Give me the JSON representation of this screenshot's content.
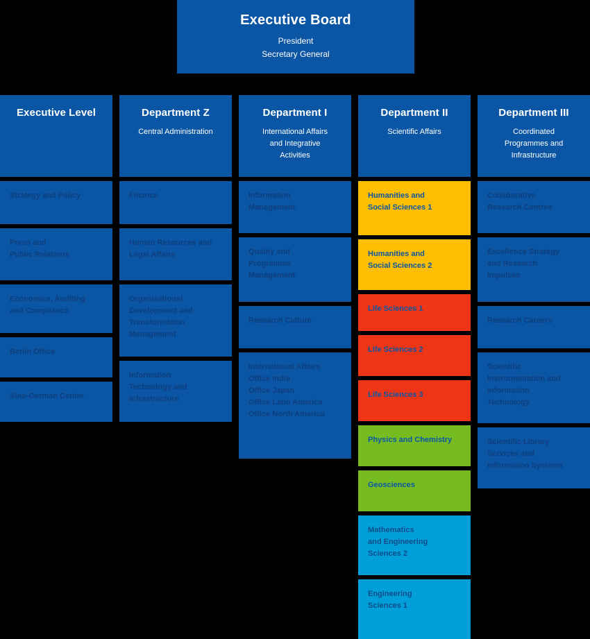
{
  "root": {
    "title": "Executive Board",
    "lines": [
      "President",
      "Secretary General"
    ]
  },
  "colors": {
    "primary_blue": "#0A56A4",
    "amber": "#FFBE00",
    "red": "#EE3617",
    "green": "#76BC21",
    "cyan": "#009FDA",
    "background": "#000000"
  },
  "columns": [
    {
      "title": "Executive Level",
      "subtitle": "",
      "units": [
        {
          "label": "Strategy and Policy",
          "accent": "blue",
          "height": 62
        },
        {
          "label": "Press and\nPublic Relations",
          "accent": "blue",
          "height": 75
        },
        {
          "label": "Economics, Auditing\nand Compliance",
          "accent": "blue",
          "height": 70
        },
        {
          "label": "Berlin Office",
          "accent": "blue",
          "height": 58
        },
        {
          "label": "Sino-German Center",
          "accent": "blue",
          "height": 58
        }
      ]
    },
    {
      "title": "Department Z",
      "subtitle": "Central Administration",
      "units": [
        {
          "label": "Finance",
          "accent": "blue",
          "height": 62
        },
        {
          "label": "Human Resources and\nLegal Affairs",
          "accent": "blue",
          "height": 75
        },
        {
          "label": "Organisational\nDevelopment and\nTransformation\nManagement",
          "accent": "blue",
          "height": 104
        },
        {
          "label": "Information\nTechnology and\nInfrastructure",
          "accent": "blue",
          "height": 88
        }
      ]
    },
    {
      "title": "Department I",
      "subtitle": "International Affairs\nand Integrative\nActivities",
      "units": [
        {
          "label": "Information\nManagement",
          "accent": "blue",
          "height": 75
        },
        {
          "label": "Quality and\nProgramme\nManagement",
          "accent": "blue",
          "height": 93
        },
        {
          "label": "Research Culture",
          "accent": "blue",
          "height": 61
        },
        {
          "label": "International Affairs\nOffice India\nOffice Japan\nOffice Latin America\nOffice North America",
          "accent": "blue",
          "height": 153
        }
      ]
    },
    {
      "title": "Department II",
      "subtitle": "Scientific Affairs",
      "units": [
        {
          "label": "Humanities and\nSocial Sciences 1",
          "accent": "amber",
          "height": 78
        },
        {
          "label": "Humanities and\nSocial Sciences 2",
          "accent": "amber",
          "height": 73
        },
        {
          "label": "Life Sciences 1",
          "accent": "red",
          "height": 53
        },
        {
          "label": "Life Sciences 2",
          "accent": "red",
          "height": 59
        },
        {
          "label": "Life Sciences 3",
          "accent": "red",
          "height": 59
        },
        {
          "label": "Physics and Chemistry",
          "accent": "green",
          "height": 59
        },
        {
          "label": "Geosciences",
          "accent": "green",
          "height": 59
        },
        {
          "label": "Mathematics\nand Engineering\nSciences 2",
          "accent": "cyan",
          "height": 86
        },
        {
          "label": "Engineering\nSciences 1",
          "accent": "cyan",
          "height": 86
        }
      ]
    },
    {
      "title": "Department III",
      "subtitle": "Coordinated\nProgrammes and\nInfrastructure",
      "units": [
        {
          "label": "Collaborative\nResearch Centres",
          "accent": "blue",
          "height": 75
        },
        {
          "label": "Excellence Strategy\nand Research\nImpulses",
          "accent": "blue",
          "height": 93
        },
        {
          "label": "Research Careers",
          "accent": "blue",
          "height": 61
        },
        {
          "label": "Scientific\nInstrumentation and\nInformation\nTechnology",
          "accent": "blue",
          "height": 102
        },
        {
          "label": "Scientific Library\nServices and\nInformation Systems",
          "accent": "blue",
          "height": 88
        }
      ]
    }
  ]
}
